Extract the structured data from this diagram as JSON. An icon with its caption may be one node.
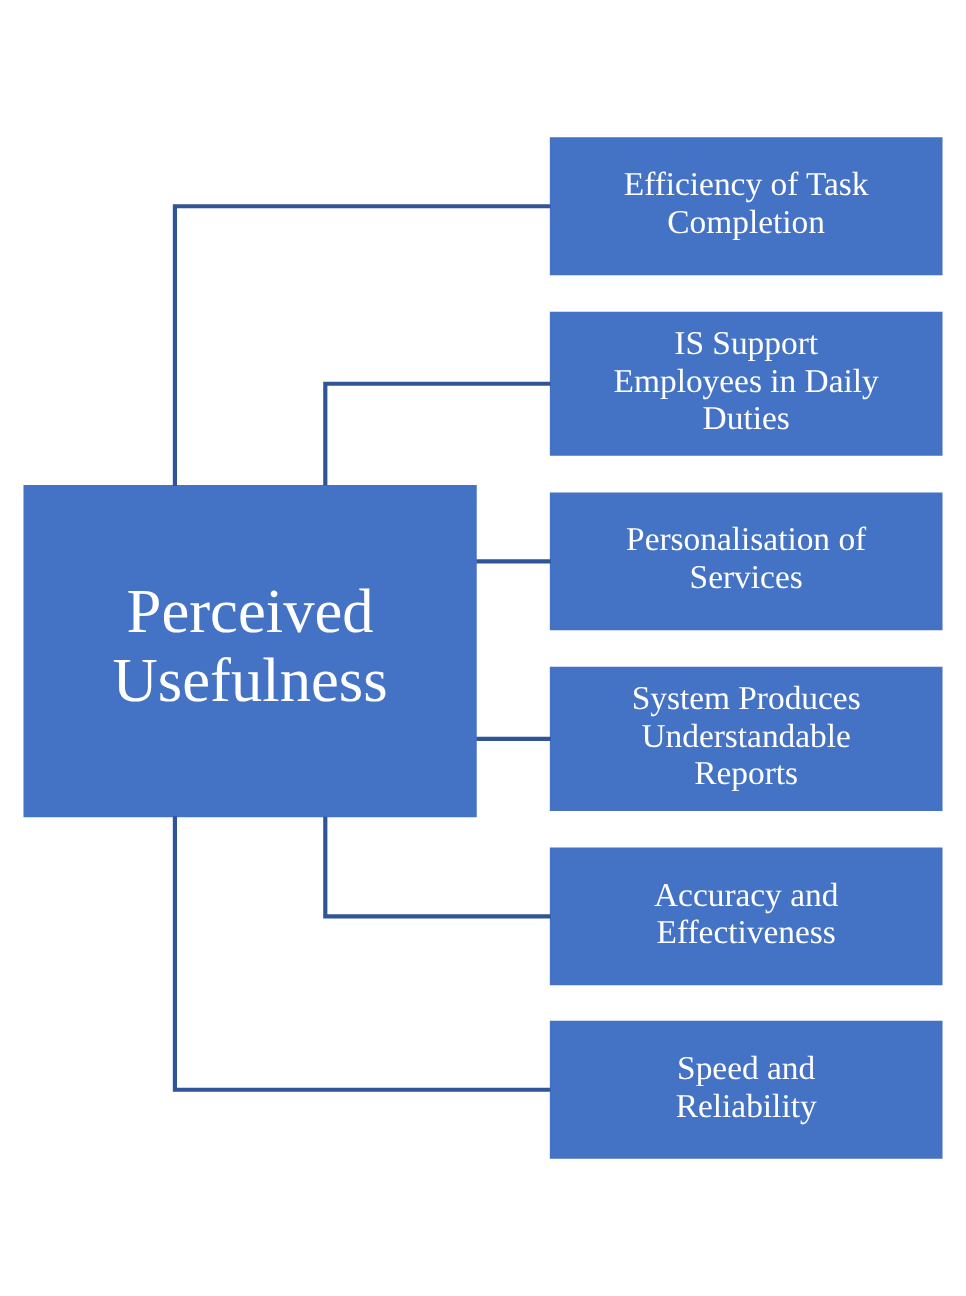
{
  "diagram": {
    "nodes": [
      {
        "text": [
          "Perceived Usefulness"
        ]
      },
      {
        "text": [
          "Efficiency of Task Completion"
        ]
      },
      {
        "text": [
          "IS Support Employees in Daily Duties"
        ]
      },
      {
        "text": [
          "Personalisation of Services"
        ]
      },
      {
        "text": [
          "System Produces Understandable Reports"
        ]
      },
      {
        "text": [
          "Accuracy and Effectiveness"
        ]
      },
      {
        "text": [
          "Speed and Reliability"
        ]
      }
    ],
    "edges": [
      {
        "from": 0,
        "to": 1,
        "arrow": "none"
      },
      {
        "from": 0,
        "to": 2,
        "arrow": "none"
      },
      {
        "from": 0,
        "to": 3,
        "arrow": "none"
      },
      {
        "from": 0,
        "to": 4,
        "arrow": "none"
      },
      {
        "from": 0,
        "to": 5,
        "arrow": "none"
      },
      {
        "from": 0,
        "to": 6,
        "arrow": "none"
      }
    ]
  }
}
